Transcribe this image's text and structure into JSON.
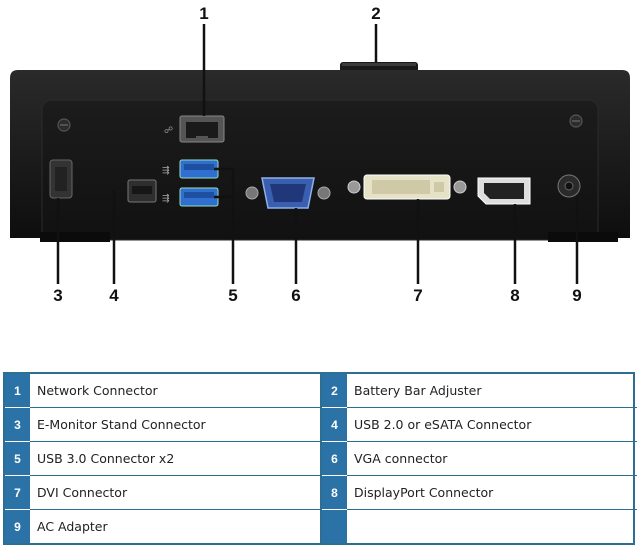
{
  "callouts": [
    "1",
    "2",
    "3",
    "4",
    "5",
    "6",
    "7",
    "8",
    "9"
  ],
  "legend": {
    "rows": [
      [
        {
          "num": "1",
          "label": "Network Connector"
        },
        {
          "num": "2",
          "label": "Battery Bar Adjuster"
        }
      ],
      [
        {
          "num": "3",
          "label": "E-Monitor Stand Connector"
        },
        {
          "num": "4",
          "label": "USB 2.0 or eSATA Connector"
        }
      ],
      [
        {
          "num": "5",
          "label": "USB 3.0 Connector x2"
        },
        {
          "num": "6",
          "label": "VGA connector"
        }
      ],
      [
        {
          "num": "7",
          "label": "DVI Connector"
        },
        {
          "num": "8",
          "label": "DisplayPort Connector"
        }
      ],
      [
        {
          "num": "9",
          "label": "AC Adapter"
        },
        {
          "num": "",
          "label": ""
        }
      ]
    ]
  },
  "colors": {
    "legend_border": "#2d6f93",
    "legend_number_fill": "#2b73a6",
    "usb3_blue": "#2f6fd0",
    "vga_blue": "#3a5fb0"
  }
}
